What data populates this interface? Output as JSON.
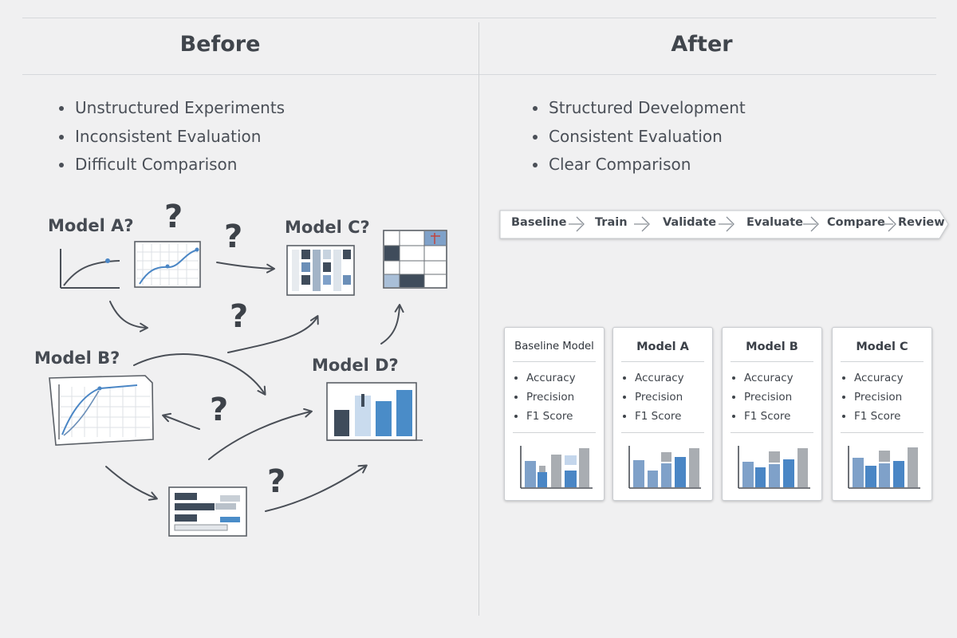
{
  "before": {
    "title": "Before",
    "bullets": [
      "Unstructured Experiments",
      "Inconsistent Evaluation",
      "Difficult Comparison"
    ],
    "models": [
      "Model A?",
      "Model B?",
      "Model C?",
      "Model D?"
    ],
    "question_mark": "?"
  },
  "after": {
    "title": "After",
    "bullets": [
      "Structured Development",
      "Consistent Evaluation",
      "Clear Comparison"
    ],
    "pipeline": [
      "Baseline",
      "Train",
      "Validate",
      "Evaluate",
      "Compare",
      "Review"
    ],
    "cards": [
      {
        "title": "Baseline Model",
        "metrics": [
          "Accuracy",
          "Precision",
          "F1 Score"
        ]
      },
      {
        "title": "Model A",
        "metrics": [
          "Accuracy",
          "Precision",
          "F1 Score"
        ]
      },
      {
        "title": "Model B",
        "metrics": [
          "Accuracy",
          "Precision",
          "F1 Score"
        ]
      },
      {
        "title": "Model C",
        "metrics": [
          "Accuracy",
          "Precision",
          "F1 Score"
        ]
      }
    ]
  },
  "colors": {
    "accent_blue": "#4a86c5",
    "steel_blue": "#7fa1c9",
    "slate": "#4c5866",
    "gray_bar": "#a9adb2"
  }
}
